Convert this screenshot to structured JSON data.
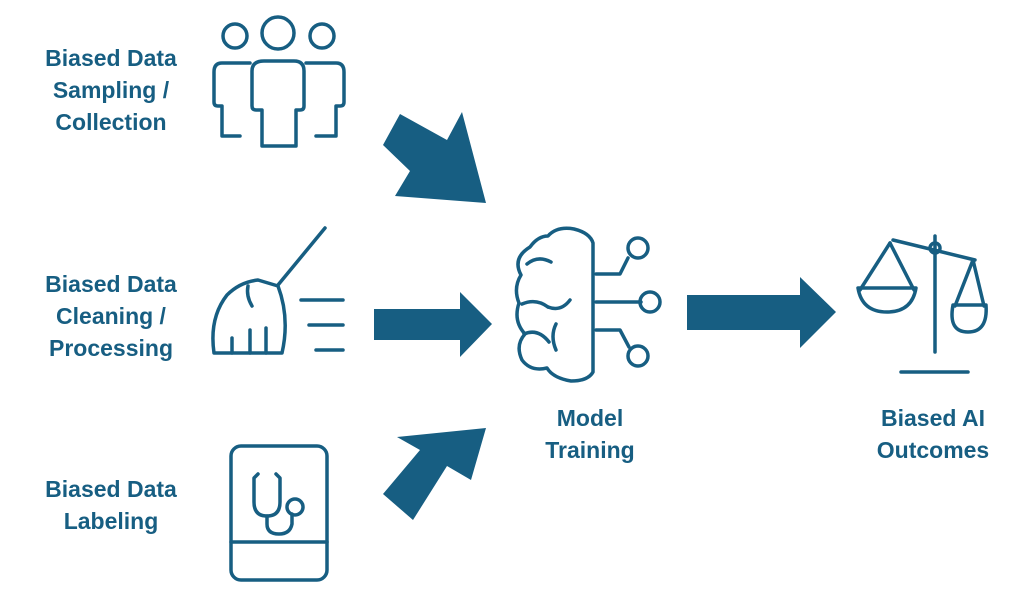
{
  "accent_color": "#175E82",
  "background_color": "#ffffff",
  "sources": [
    {
      "lines": [
        "Biased Data",
        "Sampling /",
        "Collection"
      ],
      "icon": "people-group-icon"
    },
    {
      "lines": [
        "Biased Data",
        "Cleaning /",
        "Processing"
      ],
      "icon": "broom-icon"
    },
    {
      "lines": [
        "Biased Data",
        "Labeling"
      ],
      "icon": "medical-tablet-icon"
    }
  ],
  "training": {
    "lines": [
      "Model",
      "Training"
    ],
    "icon": "brain-circuit-icon"
  },
  "outcome": {
    "lines": [
      "Biased AI",
      "Outcomes"
    ],
    "icon": "scales-icon"
  }
}
